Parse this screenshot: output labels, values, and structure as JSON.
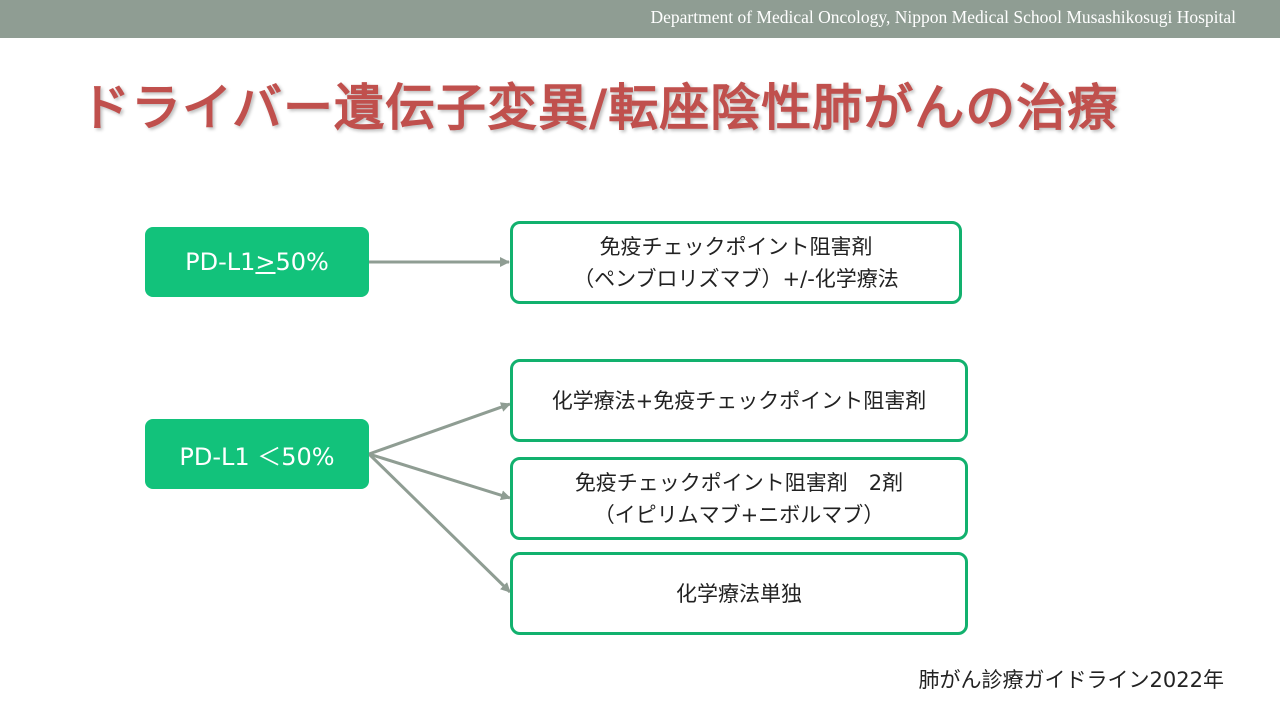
{
  "header": {
    "text": "Department of Medical Oncology, Nippon Medical School Musashikosugi Hospital"
  },
  "title": "ドライバー遺伝子変異/転座陰性肺がんの治療",
  "colors": {
    "header_bar": "#8f9d93",
    "title": "#c0504d",
    "source_box": "#12c27b",
    "target_border": "#12b16e",
    "arrow": "#8f9d93"
  },
  "nodes": {
    "pdl1_high": {
      "prefix": "PD-L1",
      "symbol": ">",
      "suffix": "50%"
    },
    "pdl1_low": {
      "label": "PD-L1 ＜50%"
    },
    "treatment_pembro": {
      "line1": "免疫チェックポイント阻害剤",
      "line2": "（ペンブロリズマブ）+/-化学療法"
    },
    "treatment_chemo_ici": {
      "line1": "化学療法+免疫チェックポイント阻害剤"
    },
    "treatment_dual_ici": {
      "line1": "免疫チェックポイント阻害剤　2剤",
      "line2": "（イピリムマブ+ニボルマブ）"
    },
    "treatment_chemo_only": {
      "line1": "化学療法単独"
    }
  },
  "footnote": "肺がん診療ガイドライン2022年"
}
